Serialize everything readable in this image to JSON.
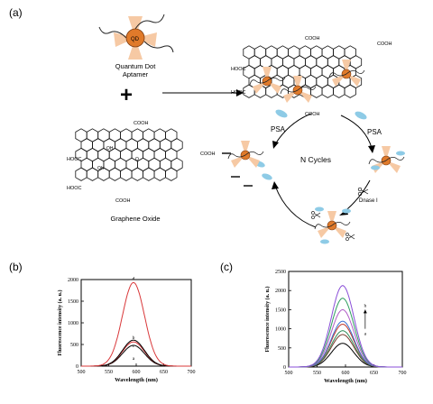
{
  "panels": {
    "a": "(a)",
    "b": "(b)",
    "c": "(c)"
  },
  "scheme": {
    "qd_label": "QD",
    "quantum_dot_line1": "Quantum Dot",
    "quantum_dot_line2": "Aptamer",
    "plus": "+",
    "graphene_oxide": "Graphene Oxide",
    "psa_left": "PSA",
    "psa_right": "PSA",
    "n_cycles": "N Cycles",
    "dnase": "Dnase I",
    "cooh": "COOH",
    "hooc": "HOOC",
    "oh": "OH",
    "o": "O"
  },
  "colors": {
    "qd_fill": "#e07a2a",
    "petal": "#f6c9a4",
    "psa": "#8ecbe6",
    "curve_red": "#d9383a"
  },
  "chart_data": [
    {
      "type": "line",
      "xlabel": "Wavelength (nm)",
      "ylabel": "Fluorescence intensity (a. u.)",
      "xlim": [
        500,
        700
      ],
      "ylim": [
        0,
        2000
      ],
      "xticks": [
        500,
        550,
        600,
        650,
        700
      ],
      "yticks": [
        0,
        500,
        1000,
        1500,
        2000
      ],
      "peak_x": 595,
      "series": [
        {
          "name": "a",
          "peak": 480,
          "color": "#000000"
        },
        {
          "name": "b",
          "peak": 560,
          "color": "#d9383a"
        },
        {
          "name": "c",
          "peak": 600,
          "color": "#000000"
        },
        {
          "name": "d",
          "peak": 1930,
          "color": "#d9383a"
        }
      ],
      "point_labels": [
        "a",
        "b",
        "c",
        "d"
      ]
    },
    {
      "type": "line",
      "xlabel": "Wavelength (nm)",
      "ylabel": "Fluorescence intensity (a. u.)",
      "xlim": [
        500,
        700
      ],
      "ylim": [
        0,
        2500
      ],
      "xticks": [
        500,
        550,
        600,
        650,
        700
      ],
      "yticks": [
        0,
        500,
        1000,
        1500,
        2000,
        2500
      ],
      "peak_x": 595,
      "series": [
        {
          "name": "a",
          "peak": 620,
          "color": "#000000"
        },
        {
          "name": "",
          "peak": 850,
          "color": "#7a3b2e"
        },
        {
          "name": "",
          "peak": 950,
          "color": "#2e8b57"
        },
        {
          "name": "",
          "peak": 1120,
          "color": "#c0392b"
        },
        {
          "name": "",
          "peak": 1200,
          "color": "#3b6fd1"
        },
        {
          "name": "",
          "peak": 1500,
          "color": "#b05bc6"
        },
        {
          "name": "",
          "peak": 1800,
          "color": "#2e9e5e"
        },
        {
          "name": "h",
          "peak": 2130,
          "color": "#8a4fd8"
        }
      ],
      "arrow_top_label": "h",
      "arrow_bottom_label": "a"
    }
  ]
}
